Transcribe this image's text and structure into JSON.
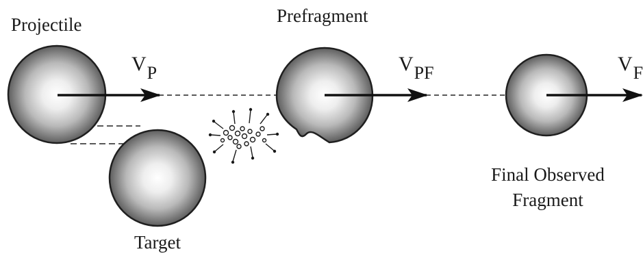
{
  "diagram": {
    "labels": {
      "projectile": "Projectile",
      "prefragment": "Prefragment",
      "target": "Target",
      "final_line1": "Final Observed",
      "final_line2": "Fragment"
    },
    "velocities": {
      "vp": {
        "main": "V",
        "sub": "P"
      },
      "vpf": {
        "main": "V",
        "sub": "PF"
      },
      "vf": {
        "main": "V",
        "sub": "F"
      }
    },
    "colors": {
      "sphere_light": "#ffffff",
      "sphere_dark": "#5e5e5e",
      "outline": "#1f1f1f",
      "text": "#1a1a1a"
    }
  }
}
